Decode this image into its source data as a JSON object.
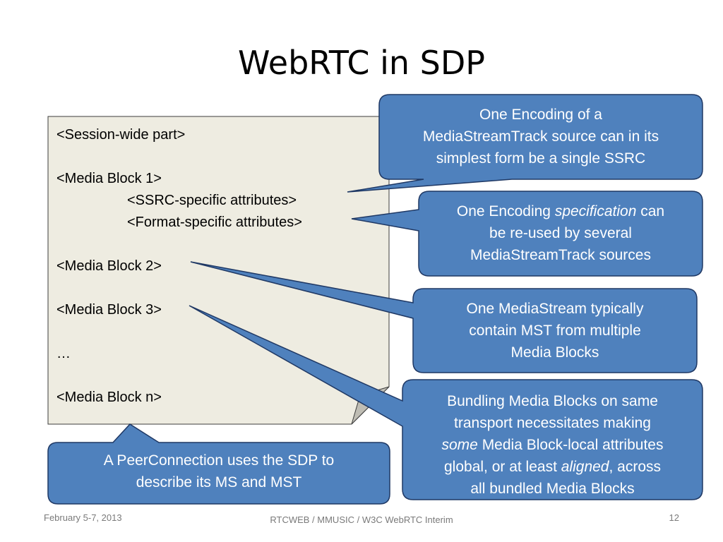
{
  "slide": {
    "title": "WebRTC in SDP",
    "page_number": "12",
    "footer_date": "February 5-7, 2013",
    "footer_center": "RTCWEB / MMUSIC / W3C WebRTC Interim"
  },
  "sdp_document": {
    "lines": [
      "<Session-wide part>",
      "",
      "<Media Block 1>",
      "<SSRC-specific attributes>",
      "<Format-specific attributes>",
      "",
      "<Media Block 2>",
      "",
      "<Media Block 3>",
      "",
      "…",
      "",
      "<Media Block n>"
    ]
  },
  "callouts": {
    "encoding": {
      "line1": "One Encoding of a",
      "line2": "MediaStreamTrack source can in its",
      "line3": "simplest form be a single SSRC"
    },
    "specification": {
      "line1_pre": "One Encoding ",
      "line1_em": "specification",
      "line1_post": " can",
      "line2": "be re-used by several",
      "line3": "MediaStreamTrack sources"
    },
    "mediastream": {
      "line1": "One MediaStream typically",
      "line2": "contain MST from multiple",
      "line3": "Media Blocks"
    },
    "bundling": {
      "line1": "Bundling Media Blocks on same",
      "line2": "transport necessitates making",
      "line3_em": "some",
      "line3_post": " Media Block-local attributes",
      "line4_pre": "global, or at least ",
      "line4_em": "aligned",
      "line4_post": ", across",
      "line5": "all bundled Media Blocks"
    },
    "peerconnection": {
      "line1": "A PeerConnection uses the SDP to",
      "line2": "describe its MS and MST"
    }
  },
  "colors": {
    "callout_fill": "#4f81bd",
    "callout_stroke": "#1f3864",
    "document_fill": "#eeece1",
    "fold_fill": "#bfbdb4"
  }
}
